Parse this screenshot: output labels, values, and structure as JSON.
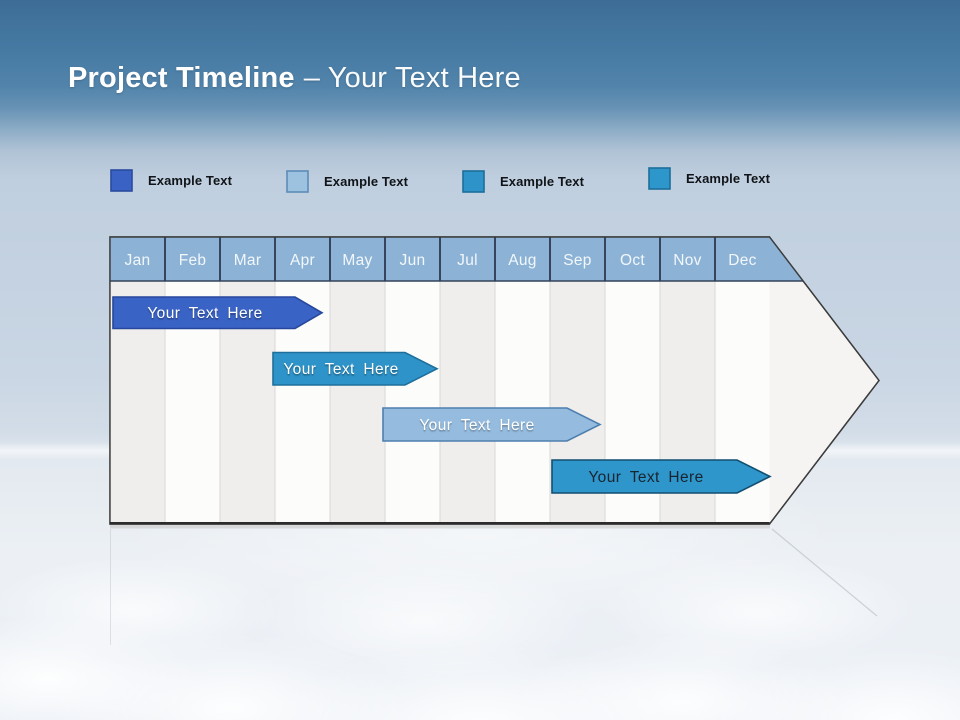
{
  "title": {
    "bold": "Project Timeline",
    "rest": "– Your Text Here"
  },
  "legend": {
    "items": [
      {
        "label": "Example Text",
        "color": "#3a62c4",
        "border": "#2a4b9e"
      },
      {
        "label": "Example Text",
        "color": "#9cc2e0",
        "border": "#5d8cb8"
      },
      {
        "label": "Example Text",
        "color": "#2d93c8",
        "border": "#1c6e9a"
      },
      {
        "label": "Example Text",
        "color": "#2d96ca",
        "border": "#1c6e9a"
      }
    ]
  },
  "timeline": {
    "months": [
      "Jan",
      "Feb",
      "Mar",
      "Apr",
      "May",
      "Jun",
      "Jul",
      "Aug",
      "Sep",
      "Oct",
      "Nov",
      "Dec"
    ],
    "header_color": "#8cb3d5",
    "header_text_color": "#f2f7fb",
    "bars": [
      {
        "label": "Your Text Here",
        "color": "#3a63c6",
        "border": "#27479c",
        "text_color": "#ffffff",
        "start": "Jan",
        "end": "Mar",
        "row": 1
      },
      {
        "label": "Your Text Here",
        "color": "#2e93c8",
        "border": "#1e6f9b",
        "text_color": "#ffffff",
        "start": "Apr",
        "end": "Jun",
        "row": 2
      },
      {
        "label": "Your Text Here",
        "color": "#95bcdf",
        "border": "#4f7fae",
        "text_color": "#ffffff",
        "start": "Jun",
        "end": "Sep",
        "row": 3
      },
      {
        "label": "Your Text Here",
        "color": "#2e96ca",
        "border": "#124f70",
        "text_color": "#182430",
        "start": "Sep",
        "end": "Dec",
        "row": 4
      }
    ]
  },
  "chart_data": {
    "type": "bar",
    "variant": "gantt-timeline-arrow",
    "title": "Project Timeline – Your Text Here",
    "categories": [
      "Jan",
      "Feb",
      "Mar",
      "Apr",
      "May",
      "Jun",
      "Jul",
      "Aug",
      "Sep",
      "Oct",
      "Nov",
      "Dec"
    ],
    "legend": [
      "Example Text",
      "Example Text",
      "Example Text",
      "Example Text"
    ],
    "legend_position": "top",
    "series": [
      {
        "name": "Your Text Here",
        "start": "Jan",
        "end": "Mar",
        "row": 1,
        "color": "#3a63c6"
      },
      {
        "name": "Your Text Here",
        "start": "Apr",
        "end": "Jun",
        "row": 2,
        "color": "#2e93c8"
      },
      {
        "name": "Your Text Here",
        "start": "Jun",
        "end": "Sep",
        "row": 3,
        "color": "#95bcdf"
      },
      {
        "name": "Your Text Here",
        "start": "Sep",
        "end": "Dec",
        "row": 4,
        "color": "#2e96ca"
      }
    ]
  }
}
